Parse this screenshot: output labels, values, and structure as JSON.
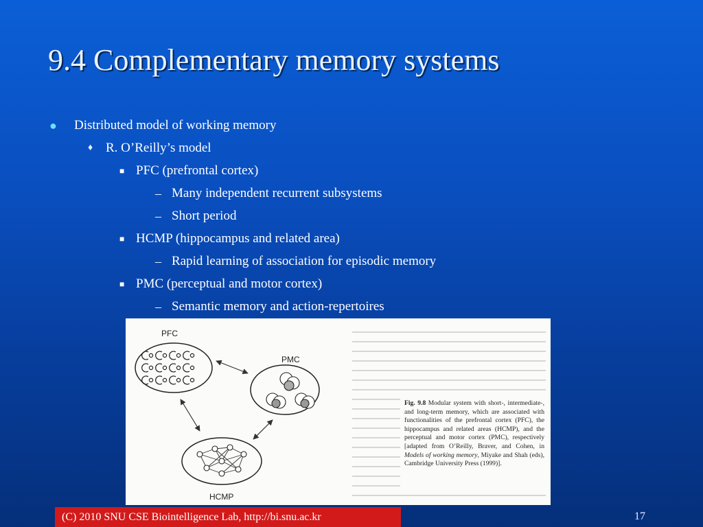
{
  "slide": {
    "title": "9.4 Complementary memory systems",
    "bullets": [
      {
        "level": 1,
        "marker": "●",
        "text": "Distributed model of working memory"
      },
      {
        "level": 2,
        "marker": "♦",
        "text": "R. O’Reilly’s model"
      },
      {
        "level": 3,
        "marker": "■",
        "text": "PFC (prefrontal cortex)"
      },
      {
        "level": 4,
        "marker": "–",
        "text": "Many independent recurrent subsystems"
      },
      {
        "level": 4,
        "marker": "–",
        "text": "Short period"
      },
      {
        "level": 3,
        "marker": "■",
        "text": "HCMP (hippocampus and related area)"
      },
      {
        "level": 4,
        "marker": "–",
        "text": "Rapid learning of association for episodic memory"
      },
      {
        "level": 3,
        "marker": "■",
        "text": "PMC (perceptual and motor cortex)"
      },
      {
        "level": 4,
        "marker": "–",
        "text": "Semantic memory and action-repertoires"
      }
    ]
  },
  "figure": {
    "labels": {
      "pfc": "PFC",
      "pmc": "PMC",
      "hcmp": "HCMP"
    },
    "caption": {
      "fig_label": "Fig. 9.8",
      "text_a": " Modular system with short-, intermediate-, and long-term memory, which are associated with functionalities of the prefrontal cortex (PFC), the hippocampus and related areas (HCMP), and the perceptual and motor cortex (PMC), respectively [adapted from O’Reilly, Braver, and Cohen, in ",
      "italic": "Models of working memory",
      "text_b": ", Miyake and Shah (eds), Cambridge University Press (1999)]."
    }
  },
  "footer": {
    "credit": "(C) 2010 SNU CSE Biointelligence Lab,   http://bi.snu.ac.kr",
    "page_number": "17"
  }
}
